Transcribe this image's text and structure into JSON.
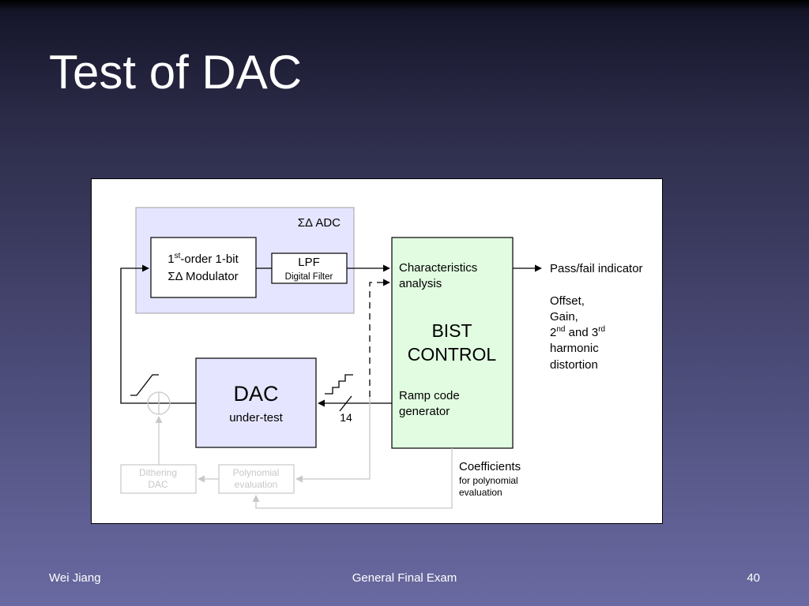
{
  "slide": {
    "title": "Test of DAC",
    "footer_left": "Wei Jiang",
    "footer_center": "General Final Exam",
    "page_number": "40"
  },
  "colors": {
    "adc_fill": "#e5e5ff",
    "bist_fill": "#e1fce1",
    "dac_fill": "#e5e5ff",
    "faded": "#c8c8c8"
  },
  "diagram": {
    "adc_group_label": "ΣΔ ADC",
    "modulator": {
      "line1_main": "1",
      "line1_sup": "st",
      "line1_rest": "-order 1-bit",
      "line2": "ΣΔ Modulator"
    },
    "lpf": {
      "title": "LPF",
      "subtitle": "Digital Filter"
    },
    "bist": {
      "characteristics_line1": "Characteristics",
      "characteristics_line2": "analysis",
      "title_line1": "BIST",
      "title_line2": "CONTROL",
      "ramp_line1": "Ramp code",
      "ramp_line2": "generator"
    },
    "outputs": {
      "pass_fail": "Pass/fail indicator",
      "offset": "Offset,",
      "gain": "Gain,",
      "harm_2": "2",
      "harm_nd": "nd",
      "harm_and": " and 3",
      "harm_rd": "rd",
      "harmonic": "harmonic",
      "distortion": "distortion"
    },
    "dac": {
      "title": "DAC",
      "subtitle": "under-test"
    },
    "bus_width": "14",
    "dithering": {
      "line1": "Dithering",
      "line2": "DAC"
    },
    "polynomial": {
      "line1": "Polynomial",
      "line2": "evaluation"
    },
    "coefficients": {
      "title": "Coefficients",
      "line1": "for polynomial",
      "line2": "evaluation"
    }
  }
}
